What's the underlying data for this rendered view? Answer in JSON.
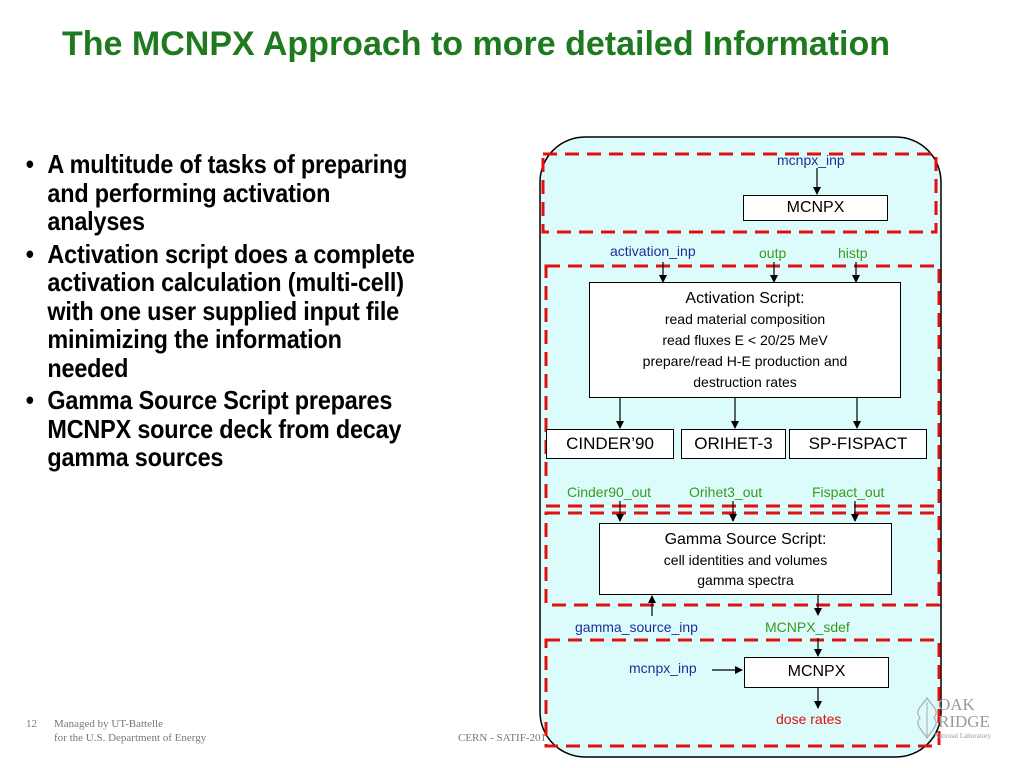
{
  "slide": {
    "title": "The MCNPX Approach to more detailed Information",
    "bullets": [
      "A multitude of tasks of preparing and performing activation analyses",
      "Activation script does a complete activation calculation (multi-cell) with one user supplied input file minimizing the information needed",
      "Gamma Source Script prepares MCNPX source deck from decay gamma sources"
    ],
    "bullet_glyph": "•"
  },
  "footer": {
    "page_number": "12",
    "managed_by_line1": "Managed by UT-Battelle",
    "managed_by_line2": "for the U.S. Department of Energy",
    "event": "CERN - SATIF-201"
  },
  "logo": {
    "text_line1": "OAK",
    "text_line2": "RIDGE",
    "text_line3": "National Laboratory"
  },
  "diagram": {
    "colors": {
      "background": "#dcfcfc",
      "dashed": "#e01010",
      "input_label": "#1a2f9a",
      "output_label": "#3a9a1a"
    },
    "labels": {
      "mcnpx_inp_top": "mcnpx_inp",
      "activation_inp": "activation_inp",
      "outp": "outp",
      "histp": "histp",
      "cinder90_out": "Cinder90_out",
      "orihet3_out": "Orihet3_out",
      "fispact_out": "Fispact_out",
      "gamma_source_inp": "gamma_source_inp",
      "mcnpx_sdef": "MCNPX_sdef",
      "mcnpx_inp_bottom": "mcnpx_inp",
      "dose_rates": "dose rates"
    },
    "boxes": {
      "mcnpx_top": "MCNPX",
      "activation_script": {
        "title": "Activation Script:",
        "lines": [
          "read material composition",
          "read fluxes E < 20/25 MeV",
          "prepare/read H-E production and destruction rates"
        ]
      },
      "cinder90": "CINDER’90",
      "orihet3": "ORIHET-3",
      "sp_fispact": "SP-FISPACT",
      "gamma_source_script": {
        "title": "Gamma Source Script:",
        "lines": [
          "cell identities and volumes",
          "gamma spectra"
        ]
      },
      "mcnpx_bottom": "MCNPX"
    }
  }
}
